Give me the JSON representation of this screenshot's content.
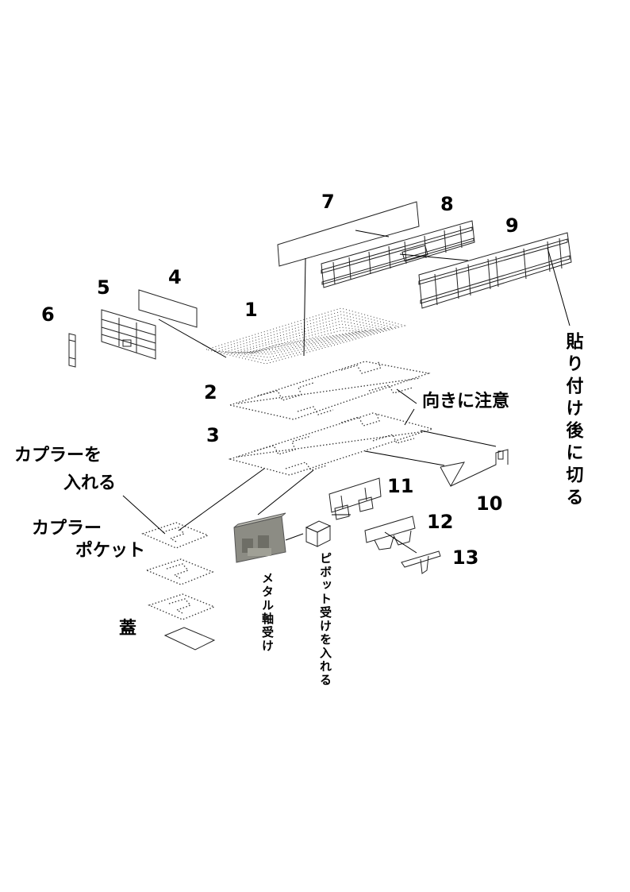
{
  "part_numbers": {
    "p1": "1",
    "p2": "2",
    "p3": "3",
    "p4": "4",
    "p5": "5",
    "p6": "6",
    "p7": "7",
    "p8": "8",
    "p9": "9",
    "p10": "10",
    "p11": "11",
    "p12": "12",
    "p13": "13"
  },
  "notes": {
    "direction": "向きに注意",
    "cut_after_paste": "貼り付け後に切る",
    "insert_coupler_line1": "カプラーを",
    "insert_coupler_line2": "入れる",
    "coupler_pocket_line1": "カプラー",
    "coupler_pocket_line2": "ポケット",
    "lid": "蓋",
    "metal_bearing": "メタル軸受け",
    "insert_pivot_bearing": "ピボット受けを入れる"
  }
}
